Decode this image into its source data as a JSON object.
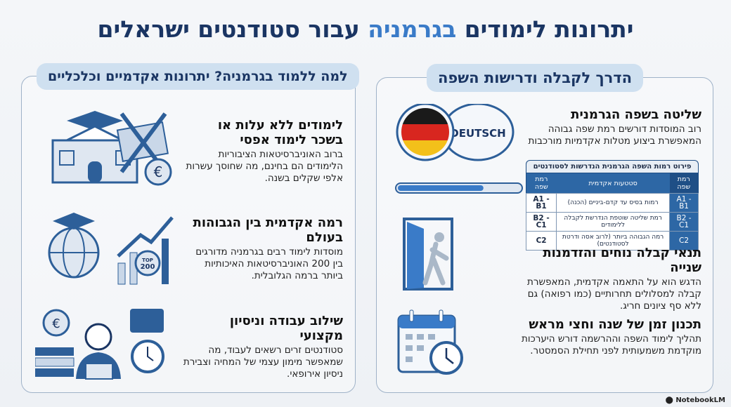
{
  "title": {
    "part1": "יתרונות לימודים ",
    "highlight": "בגרמניה",
    "part2": " עבור סטודנטים ישראלים"
  },
  "colors": {
    "navy": "#1a3563",
    "accent": "#3a7bc8",
    "tab_bg": "#cfe0f0",
    "table_header": "#2d67a5"
  },
  "left_panel": {
    "header": "למה ללמוד בגרמניה? יתרונות אקדמיים וכלכליים",
    "items": [
      {
        "title": "לימודים ללא עלות או בשכר לימוד אפסי",
        "text": "ברוב האוניברסיטאות הציבוריות הלימודים הם בחינם, מה שחוסך עשרות אלפי שקלים בשנה.",
        "icon": "university-no-money-icon"
      },
      {
        "title": "רמה אקדמית בין הגבוהות בעולם",
        "text": "מוסדות לימוד רבים בגרמניה מדורגים בין 200 האוניברסיטאות האיכותיות ביותר ברמה הגלובלית.",
        "icon": "globe-top200-icon",
        "badge": "TOP 200"
      },
      {
        "title": "שילוב עבודה וניסיון מקצועי",
        "text": "סטודנטים זרים רשאים לעבוד, מה שמאפשר מימון עצמי של המחיה וצבירת ניסיון אירופאי.",
        "icon": "student-work-icon"
      }
    ]
  },
  "right_panel": {
    "header": "הדרך לקבלה ודרישות השפה",
    "items": [
      {
        "title": "שליטה בשפה הגרמנית",
        "text": "רוב המוסדות דורשים רמת שפה גבוהה המאפשרת ביצוע מטלות אקדמיות מורכבות",
        "icon": "german-speech-icon",
        "bubble": "DEUTSCH",
        "progress": 0.7
      },
      {
        "title": "תנאי קבלה נוחים והזדמנות שנייה",
        "text": "הדגש הוא על התאמה אקדמית, המאפשרת קבלה למסלולים תחרותיים (כמו רפואה) גם ללא סף ציונים חריג.",
        "icon": "door-walk-icon"
      },
      {
        "title": "תכנון זמן של שנה וחצי מראש",
        "text": "תהליך לימוד השפה וההרשמה דורש היערכות מוקדמת משמעותית לפני תחילת הסמסטר.",
        "icon": "calendar-clock-icon"
      }
    ],
    "table": {
      "caption": "פירוט רמות השפה הגרמנית הנדרשות לסטודנטים",
      "headers": [
        "רמת שפה",
        "סטטעות אקדמית",
        "רמת שפה"
      ],
      "rows": [
        [
          "A1 - B1",
          "רמות בסיס עד קדם-ביניים (הכנה)",
          "A1 - B1"
        ],
        [
          "B2 - C1",
          "רמת שליטה שוטפת הנדרשת לקבלה ללימודים",
          "B2 - C1"
        ],
        [
          "C2",
          "רמה הגבוהה ביותר (לרוב אסה ודרטת לסטודנטים)",
          "C2"
        ]
      ]
    }
  },
  "footer": {
    "brand": "NotebookLM"
  }
}
